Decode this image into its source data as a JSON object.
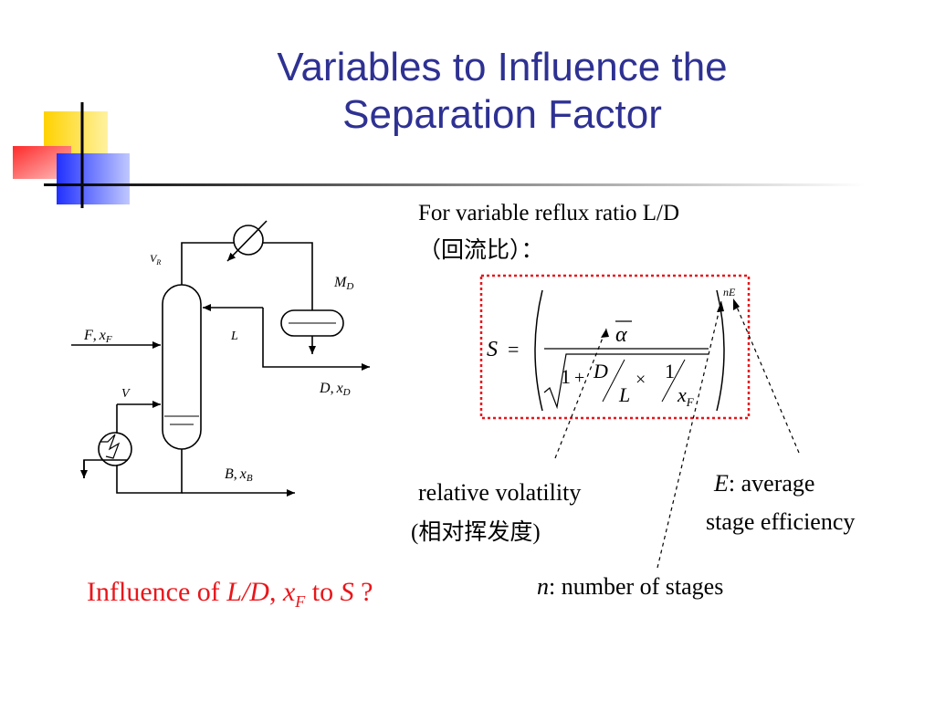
{
  "slide": {
    "title_line1": "Variables to Influence the",
    "title_line2": "Separation Factor"
  },
  "diagram_labels": {
    "vr": "V",
    "vr_sub": "R",
    "md": "M",
    "md_sub": "D",
    "f": "F",
    "xf": "x",
    "xf_sub": "F",
    "l": "L",
    "v": "V",
    "d": "D",
    "xd": "x",
    "xd_sub": "D",
    "b": "B",
    "xb": "x",
    "xb_sub": "B",
    "comma": ","
  },
  "text": {
    "reflux_line1": "For variable reflux ratio L/D",
    "reflux_line2": "（回流比）：",
    "rv_line1": "relative volatility",
    "rv_line2": "(相对挥发度)",
    "eff_E": "E",
    "eff_line1_rest": ": average",
    "eff_line2": "stage efficiency",
    "stages_n": "n",
    "stages_rest": ": number of stages"
  },
  "question": {
    "prefix": "Influence of ",
    "ld": "L/D",
    "comma": ", ",
    "xf": "x",
    "xf_sub": "F",
    "to": " to ",
    "s": "S",
    "suffix": " ?"
  },
  "formula": {
    "S": "S",
    "eq": "=",
    "alpha": "α",
    "one": "1",
    "plus": "+",
    "D": "D",
    "L": "L",
    "times": "×",
    "num1": "1",
    "x": "x",
    "x_sub": "F",
    "exponent": "nE"
  },
  "colors": {
    "title": "#2e3192",
    "question": "#e8161b",
    "formula_box": "#e8161b"
  }
}
